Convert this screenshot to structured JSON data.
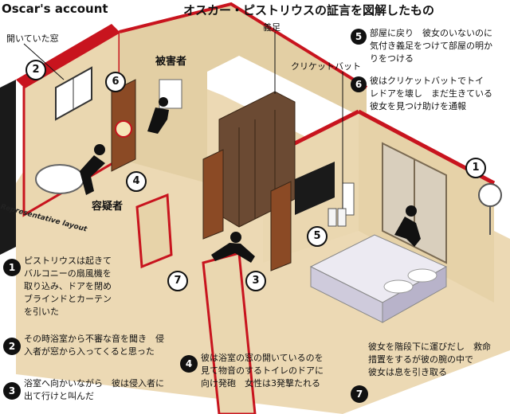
{
  "header": {
    "left_title": "Oscar's account",
    "right_title": "オスカー・ピストリウスの証言を図解したもの"
  },
  "side_caption": "Representative layout",
  "labels": {
    "open_window": "開いていた窓",
    "victim": "被害者",
    "suspect": "容疑者",
    "prosthetic": "義足",
    "cricket_bat": "クリケットバット"
  },
  "markers": [
    "1",
    "2",
    "3",
    "4",
    "5",
    "6",
    "7"
  ],
  "notes": {
    "n1": [
      "ピストリウスは起きて",
      "バルコニーの扇風機を",
      "取り込み、ドアを閉め",
      "ブラインドとカーテン",
      "を引いた"
    ],
    "n2": [
      "その時浴室から不審な音を聞き　侵",
      "入者が窓から入ってくると思った"
    ],
    "n3": [
      "浴室へ向かいながら　彼は侵入者に",
      "出て行けと叫んだ"
    ],
    "n4": [
      "彼は浴室の窓の開いているのを",
      "見て物音のするトイレのドアに",
      "向け発砲　女性は3発撃たれる"
    ],
    "n5": [
      "部屋に戻り　彼女のいないのに",
      "気付き義足をつけて部屋の明か",
      "りをつける"
    ],
    "n6": [
      "彼はクリケットバットでトイ",
      "レドアを壊し　まだ生きている",
      "彼女を見つけ助けを通報"
    ],
    "n7": [
      "彼女を階段下に運びだし　救命",
      "措置をするが彼の腕の中で",
      "彼女は息を引き取る"
    ]
  },
  "colors": {
    "wall_red": "#c8141e",
    "wall_top": "#e8d9b0",
    "floor": "#ecd9b4",
    "door": "#8b4a25",
    "dark": "#111111"
  }
}
